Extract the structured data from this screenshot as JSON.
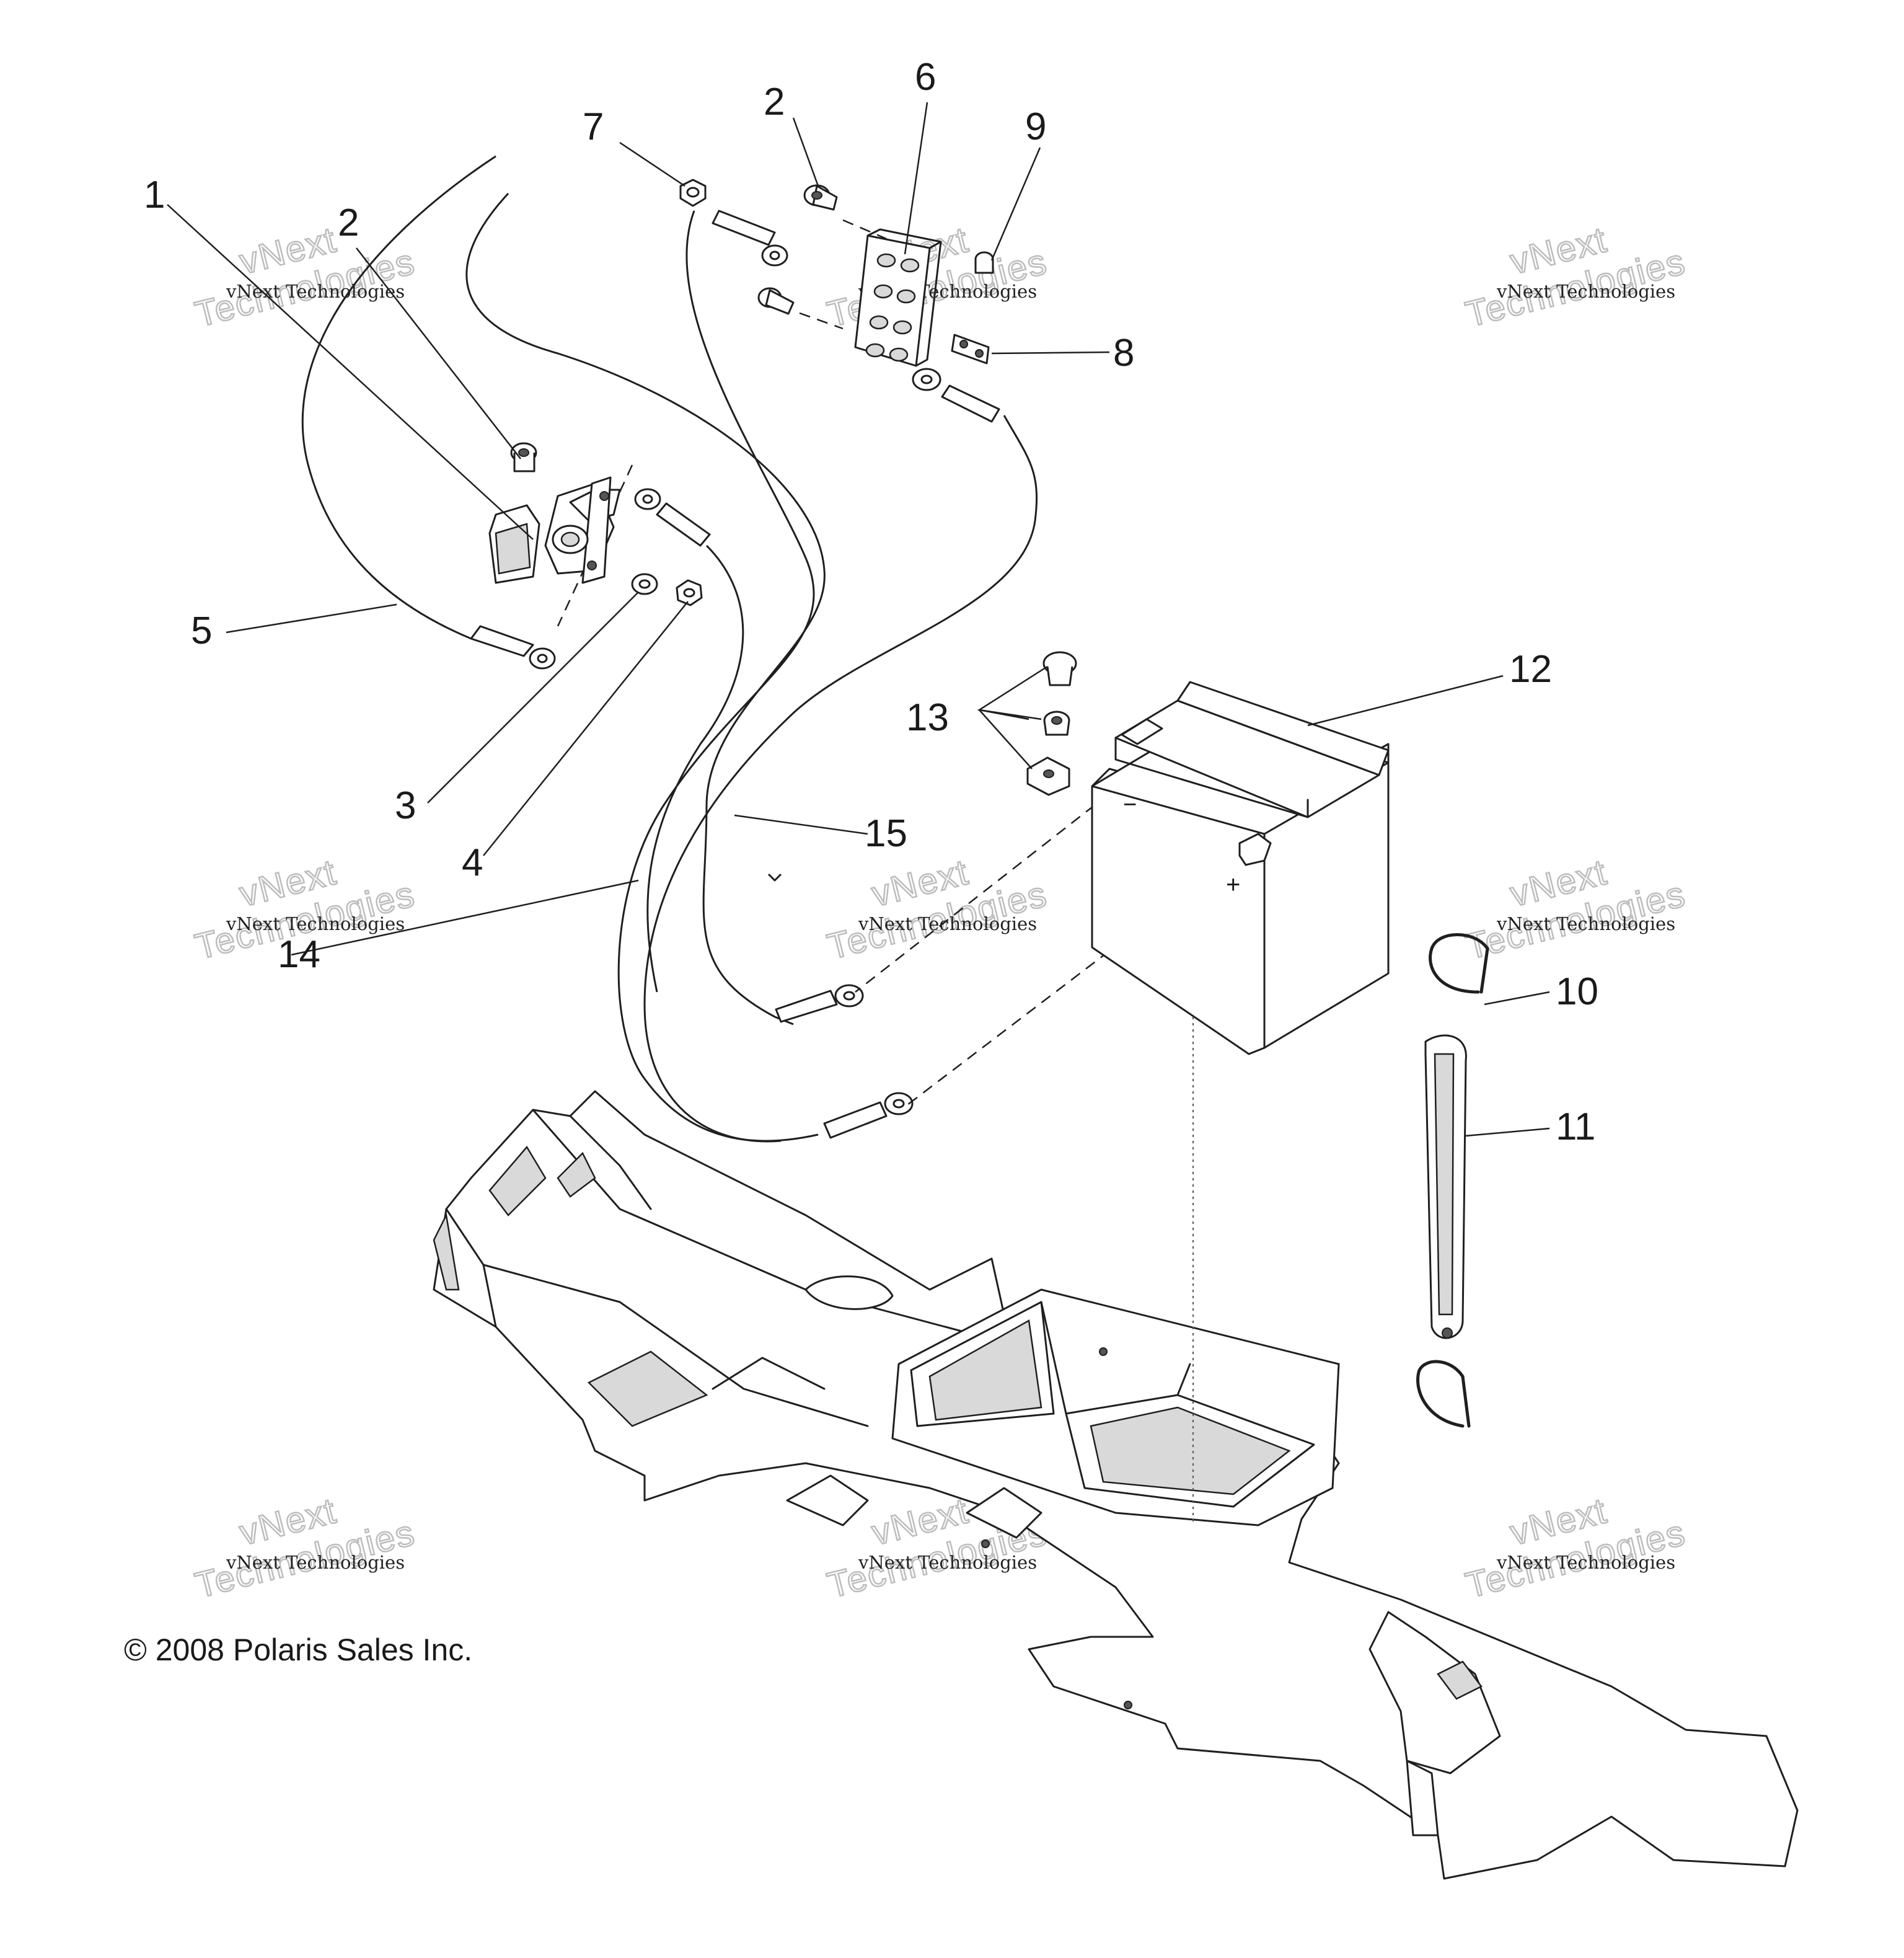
{
  "diagram": {
    "callouts": [
      {
        "id": "1",
        "label": "1"
      },
      {
        "id": "2a",
        "label": "2"
      },
      {
        "id": "2b",
        "label": "2"
      },
      {
        "id": "3",
        "label": "3"
      },
      {
        "id": "4",
        "label": "4"
      },
      {
        "id": "5",
        "label": "5"
      },
      {
        "id": "6",
        "label": "6"
      },
      {
        "id": "7",
        "label": "7"
      },
      {
        "id": "8",
        "label": "8"
      },
      {
        "id": "9",
        "label": "9"
      },
      {
        "id": "10",
        "label": "10"
      },
      {
        "id": "11",
        "label": "11"
      },
      {
        "id": "12",
        "label": "12"
      },
      {
        "id": "13",
        "label": "13"
      },
      {
        "id": "14",
        "label": "14"
      },
      {
        "id": "15",
        "label": "15"
      }
    ],
    "copyright": "© 2008 Polaris Sales Inc.",
    "watermark": {
      "small": "vNext Technologies",
      "big_line1": "vNext",
      "big_line2": "Technologies"
    },
    "terminal_marks": {
      "negative": "−",
      "positive": "+"
    }
  }
}
